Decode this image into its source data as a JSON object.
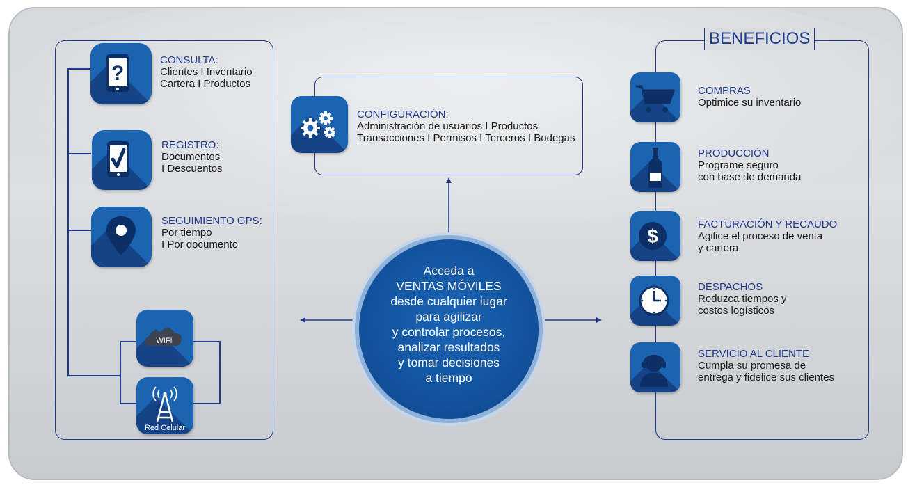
{
  "left_panel": {
    "items": [
      {
        "title": "CONSULTA:",
        "lines": [
          "Clientes I Inventario",
          "Cartera I Productos"
        ],
        "icon": "phone-question-icon"
      },
      {
        "title": "REGISTRO:",
        "lines": [
          "Documentos",
          "I Descuentos"
        ],
        "icon": "phone-check-icon"
      },
      {
        "title": "SEGUIMIENTO GPS:",
        "lines": [
          "Por tiempo",
          "I Por documento"
        ],
        "icon": "map-pin-icon"
      }
    ],
    "connectivity": {
      "wifi_label": "WIFI",
      "cellular_label": "Red Celular"
    }
  },
  "config": {
    "title": "CONFIGURACIÓN:",
    "lines": [
      "Administración de usuarios I Productos",
      "Transacciones I Permisos I Terceros I Bodegas"
    ],
    "icon": "gears-icon"
  },
  "center": {
    "lines": [
      "Acceda a",
      "VENTAS MÓVILES",
      "desde cualquier lugar",
      "para agilizar",
      "y controlar procesos,",
      "analizar resultados",
      "y tomar decisiones",
      "a tiempo"
    ]
  },
  "benefits": {
    "heading": "BENEFICIOS",
    "items": [
      {
        "title": "COMPRAS",
        "lines": [
          "Optimice su inventario"
        ],
        "icon": "shopping-cart-icon"
      },
      {
        "title": "PRODUCCIÓN",
        "lines": [
          "Programe seguro",
          "con base de demanda"
        ],
        "icon": "bottle-icon"
      },
      {
        "title": "FACTURACIÓN Y RECAUDO",
        "lines": [
          "Agilice el proceso de venta",
          "y cartera"
        ],
        "icon": "dollar-coin-icon"
      },
      {
        "title": "DESPACHOS",
        "lines": [
          "Reduzca tiempos y",
          "costos logísticos"
        ],
        "icon": "clock-icon"
      },
      {
        "title": "SERVICIO AL CLIENTE",
        "lines": [
          "Cumpla su promesa de",
          "entrega y fidelice sus clientes"
        ],
        "icon": "headset-agent-icon"
      }
    ]
  },
  "colors": {
    "title_blue": "#1f3a8a",
    "tile_blue": "#1b64b2",
    "tile_shadow": "#163f7f",
    "circle_blue": "#12519c"
  }
}
